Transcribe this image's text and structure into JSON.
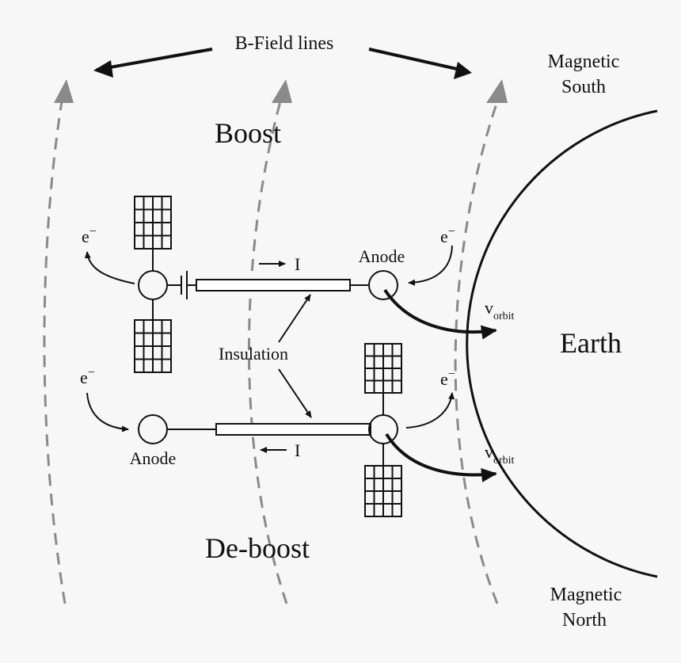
{
  "labels": {
    "bfield": "B-Field lines",
    "mag_south_1": "Magnetic",
    "mag_south_2": "South",
    "mag_north_1": "Magnetic",
    "mag_north_2": "North",
    "boost": "Boost",
    "deboost": "De-boost",
    "earth": "Earth",
    "insulation": "Insulation",
    "anode_top": "Anode",
    "anode_bottom": "Anode",
    "current_top": "I",
    "current_bottom": "I",
    "electron": "e",
    "electron_sup": "−",
    "velocity": "v",
    "velocity_sub": "orbit"
  },
  "colors": {
    "background": "#f7f7f7",
    "ink": "#111111",
    "field_line": "#8a8a8a"
  }
}
